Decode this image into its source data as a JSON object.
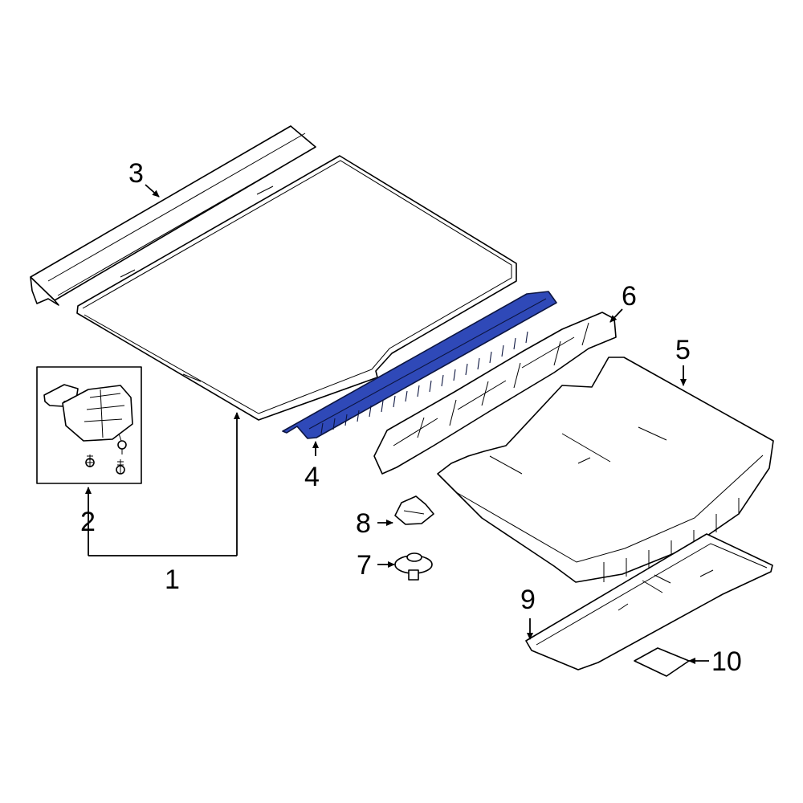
{
  "callouts": {
    "1": "1",
    "2": "2",
    "3": "3",
    "4": "4",
    "5": "5",
    "6": "6",
    "7": "7",
    "8": "8",
    "9": "9",
    "10": "10"
  },
  "colors": {
    "highlight": "#2f49b8",
    "line": "#000000",
    "background": "#ffffff"
  }
}
